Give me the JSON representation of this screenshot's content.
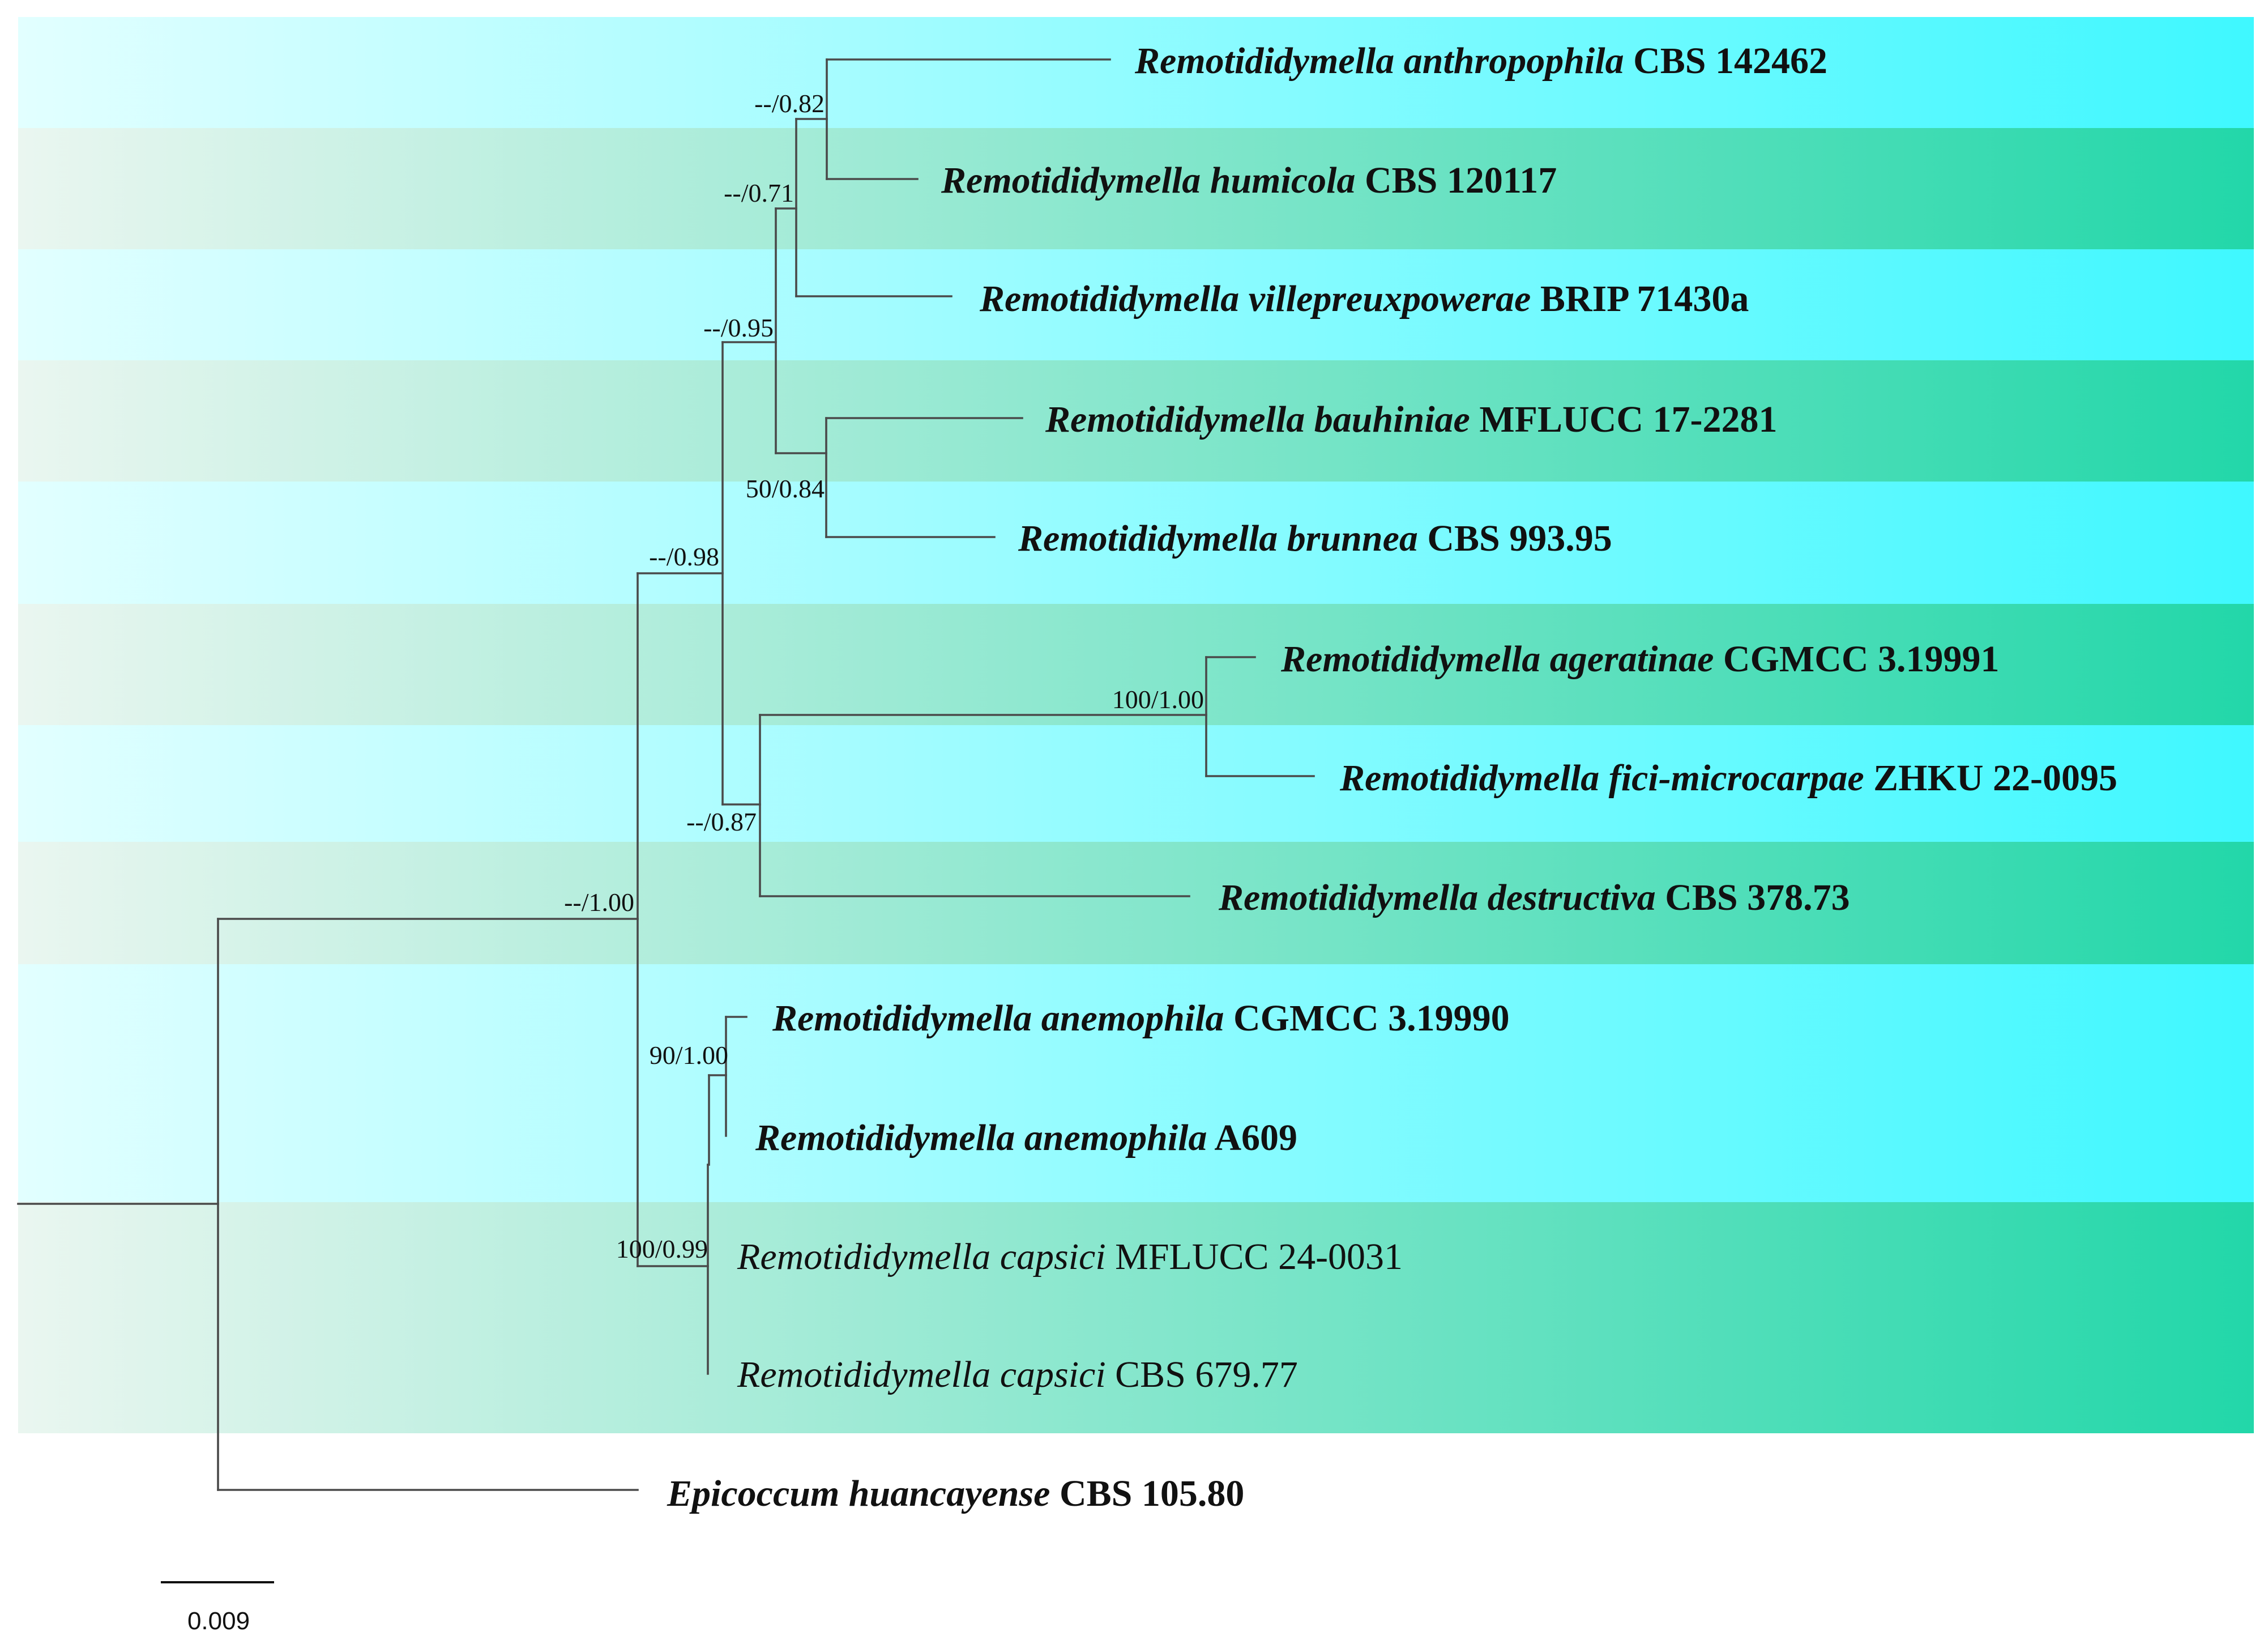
{
  "colors": {
    "band_cyan_start": "#e2ffff",
    "band_cyan_end": "#3ff8ff",
    "band_green_start": "#eaf6f0",
    "band_green_end": "#22d7a9",
    "highlight": "#e8141c",
    "text": "#111111",
    "branch": "#4a4a4a"
  },
  "taxa": [
    {
      "genus": "Remotididymella anthropophila",
      "strain": "CBS 142462",
      "bold": true,
      "highlight": false
    },
    {
      "genus": "Remotididymella humicola",
      "strain": "CBS 120117",
      "bold": true,
      "highlight": false
    },
    {
      "genus": "Remotididymella villepreuxpowerae",
      "strain": "BRIP 71430a",
      "bold": true,
      "highlight": false
    },
    {
      "genus": "Remotididymella bauhiniae",
      "strain": "MFLUCC 17-2281",
      "bold": true,
      "highlight": false
    },
    {
      "genus": "Remotididymella brunnea",
      "strain": "CBS 993.95",
      "bold": true,
      "highlight": false
    },
    {
      "genus": "Remotididymella ageratinae",
      "strain": "CGMCC 3.19991",
      "bold": true,
      "highlight": false
    },
    {
      "genus": "Remotididymella fici-microcarpae",
      "strain": "ZHKU 22-0095",
      "bold": true,
      "highlight": false
    },
    {
      "genus": "Remotididymella destructiva",
      "strain": "CBS 378.73",
      "bold": true,
      "highlight": false
    },
    {
      "genus": "Remotididymella anemophila",
      "strain": "CGMCC 3.19990",
      "bold": true,
      "highlight": false
    },
    {
      "genus": "Remotididymella anemophila",
      "strain": "A609",
      "bold": true,
      "highlight": false
    },
    {
      "genus": "Remotididymella capsici",
      "strain": "MFLUCC 24-0031",
      "bold": false,
      "highlight": true
    },
    {
      "genus": "Remotididymella capsici",
      "strain": "CBS 679.77",
      "bold": false,
      "highlight": false
    },
    {
      "genus": "Epicoccum huancayense",
      "strain": "CBS 105.80",
      "bold": true,
      "highlight": false
    }
  ],
  "support_values": [
    "--/0.82",
    "--/0.71",
    "--/0.95",
    "50/0.84",
    "--/0.98",
    "100/1.00",
    "--/0.87",
    "--/1.00",
    "90/1.00",
    "100/0.99"
  ],
  "scale_bar": {
    "label": "0.009"
  }
}
